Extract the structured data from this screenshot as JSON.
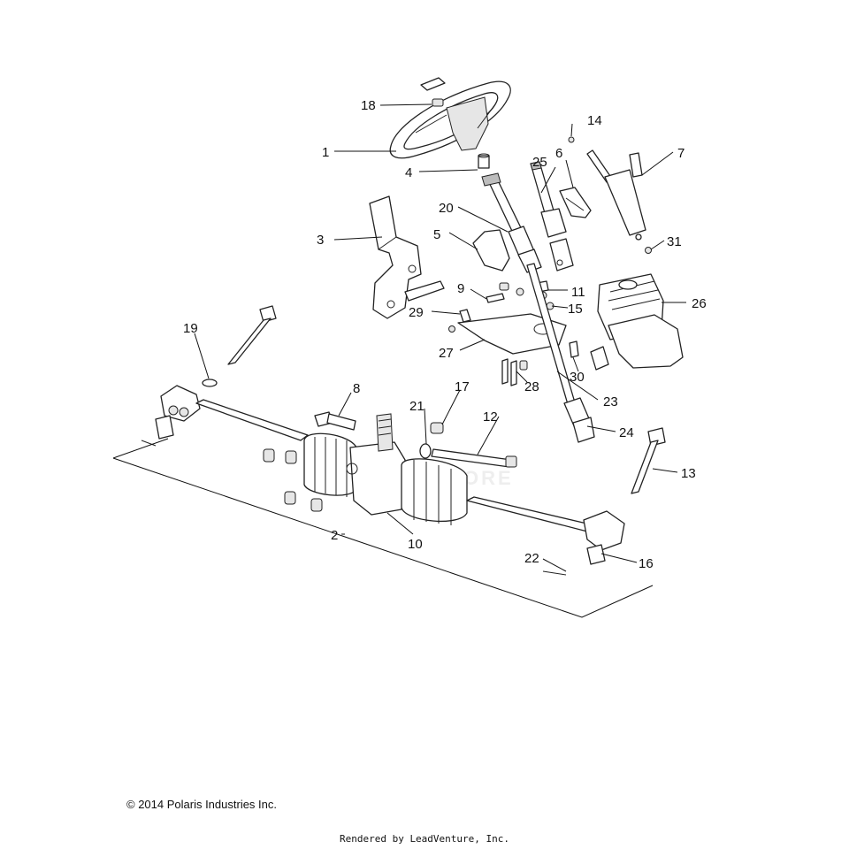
{
  "diagram": {
    "labels": {
      "p1": "1",
      "p2": "2",
      "p3": "3",
      "p4": "4",
      "p5": "5",
      "p6": "6",
      "p7": "7",
      "p8": "8",
      "p9": "9",
      "p10": "10",
      "p11": "11",
      "p12": "12",
      "p13": "13",
      "p14": "14",
      "p15": "15",
      "p16": "16",
      "p17": "17",
      "p18": "18",
      "p19": "19",
      "p20": "20",
      "p21": "21",
      "p22": "22",
      "p23": "23",
      "p24": "24",
      "p25": "25",
      "p26": "26",
      "p27": "27",
      "p28": "28",
      "p29": "29",
      "p30": "30",
      "p31": "31"
    },
    "watermark": "PARTSTORE"
  },
  "footer": {
    "copyright": "© 2014 Polaris Industries Inc.",
    "rendered_by": "Rendered by LeadVenture, Inc."
  }
}
